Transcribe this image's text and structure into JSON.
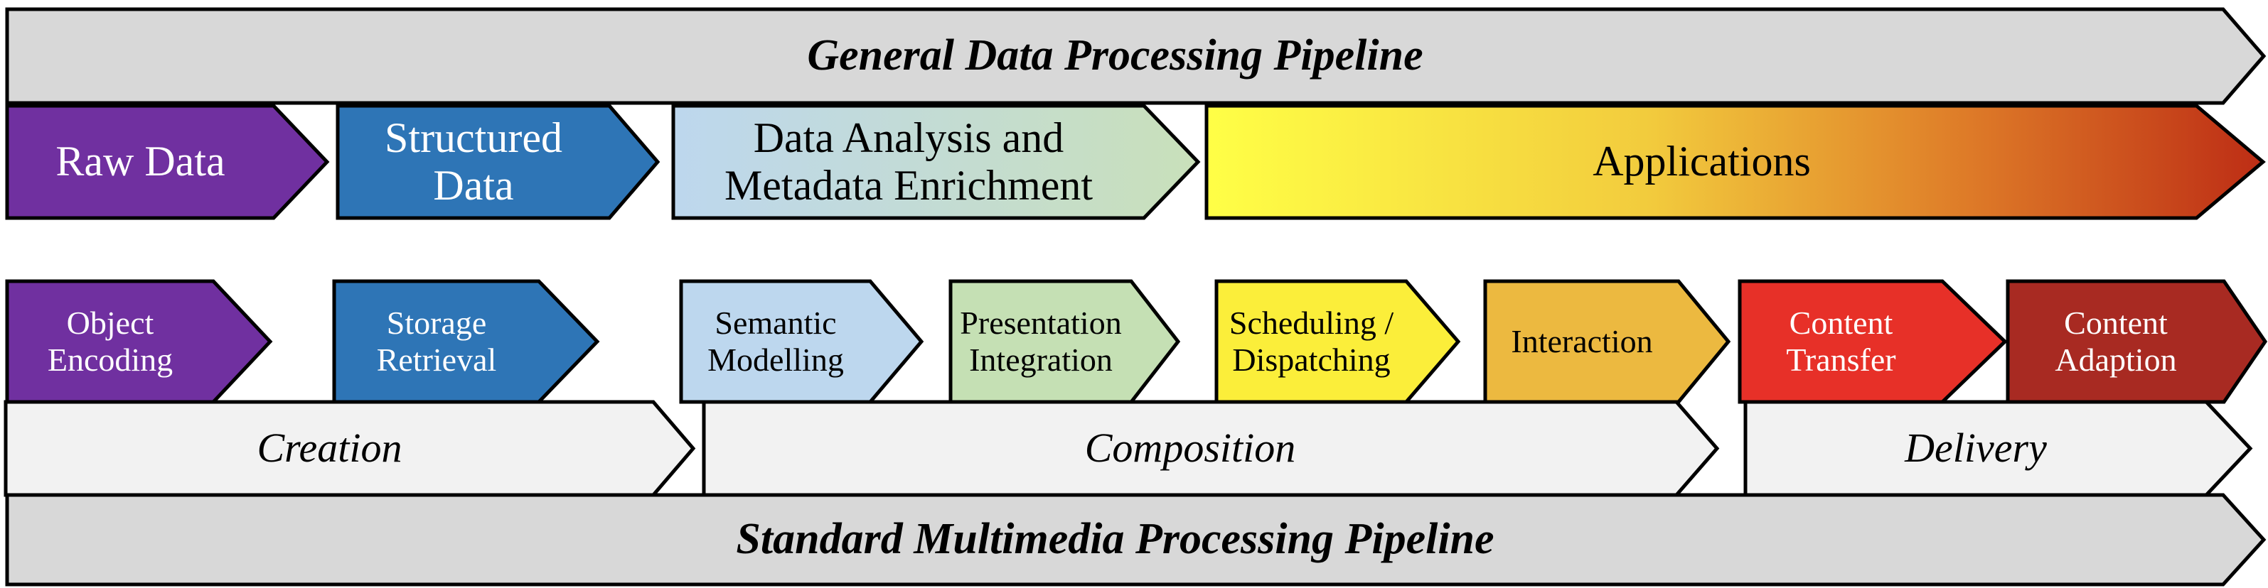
{
  "general_pipeline": {
    "banner_title": "General Data Processing Pipeline",
    "stages": [
      {
        "label": "Raw Data"
      },
      {
        "label": "Structured\nData"
      },
      {
        "label": "Data Analysis and\nMetadata Enrichment"
      },
      {
        "label": "Applications"
      }
    ]
  },
  "multimedia_pipeline": {
    "banner_title": "Standard Multimedia Processing Pipeline",
    "steps": [
      {
        "label": "Object\nEncoding"
      },
      {
        "label": "Storage\nRetrieval"
      },
      {
        "label": "Semantic\nModelling"
      },
      {
        "label": "Presentation\nIntegration"
      },
      {
        "label": "Scheduling /\nDispatching"
      },
      {
        "label": "Interaction"
      },
      {
        "label": "Content\nTransfer"
      },
      {
        "label": "Content\nAdaption"
      }
    ],
    "phases": [
      {
        "label": "Creation"
      },
      {
        "label": "Composition"
      },
      {
        "label": "Delivery"
      }
    ]
  },
  "colors": {
    "banner_gray": "#d8d8d8",
    "phase_gray": "#f2f2f2",
    "border_black": "#000000",
    "purple": "#7030a0",
    "blue": "#2e75b6",
    "light_blue": "#bdd7ee",
    "light_green": "#c5e0b4",
    "yellow": "#fbee3a",
    "gold": "#ecb940",
    "red": "#e73028",
    "dark_red": "#a82a22",
    "grad_analysis_start": "#bdd7ee",
    "grad_analysis_end": "#c9e0ba",
    "grad_apps_0": "#ffff46",
    "grad_apps_1": "#f2cb3d",
    "grad_apps_2": "#de7b28",
    "grad_apps_3": "#bd2d15"
  }
}
